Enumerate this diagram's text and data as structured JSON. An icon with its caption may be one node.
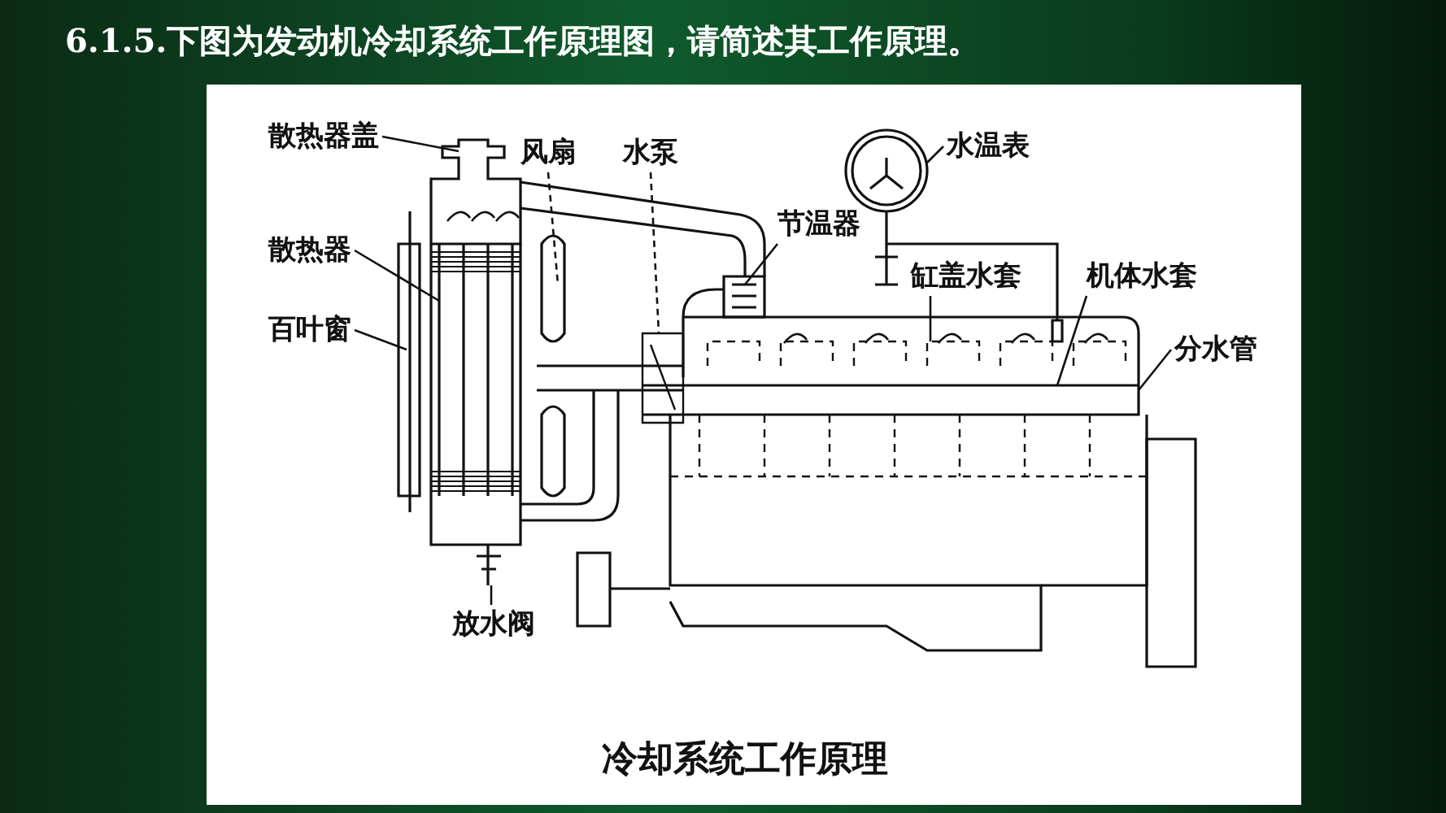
{
  "diagram": {
    "title": "6.1.5.下图为发动机冷却系统工作原理图，请简述其工作原理。",
    "caption": "冷却系统工作原理",
    "nodes": [
      {
        "text": [
          "散热器盖"
        ]
      },
      {
        "text": [
          "风扇"
        ]
      },
      {
        "text": [
          "水泵"
        ]
      },
      {
        "text": [
          "水温表"
        ]
      },
      {
        "text": [
          "节温器"
        ]
      },
      {
        "text": [
          "散热器"
        ]
      },
      {
        "text": [
          "缸盖水套"
        ]
      },
      {
        "text": [
          "机体水套"
        ]
      },
      {
        "text": [
          "百叶窗"
        ]
      },
      {
        "text": [
          "分水管"
        ]
      },
      {
        "text": [
          "放水阀"
        ]
      }
    ],
    "edges": [
      {
        "from": 0,
        "to": null,
        "arrow": "none"
      },
      {
        "from": 1,
        "to": null,
        "arrow": "none",
        "style": "dashed"
      },
      {
        "from": 2,
        "to": null,
        "arrow": "none",
        "style": "dashed"
      },
      {
        "from": 3,
        "to": null,
        "arrow": "none"
      },
      {
        "from": 4,
        "to": null,
        "arrow": "none"
      },
      {
        "from": 5,
        "to": null,
        "arrow": "none"
      },
      {
        "from": 6,
        "to": null,
        "arrow": "none"
      },
      {
        "from": 7,
        "to": null,
        "arrow": "none"
      },
      {
        "from": 8,
        "to": null,
        "arrow": "none"
      },
      {
        "from": 9,
        "to": null,
        "arrow": "none"
      },
      {
        "from": 10,
        "to": null,
        "arrow": "none"
      }
    ]
  }
}
